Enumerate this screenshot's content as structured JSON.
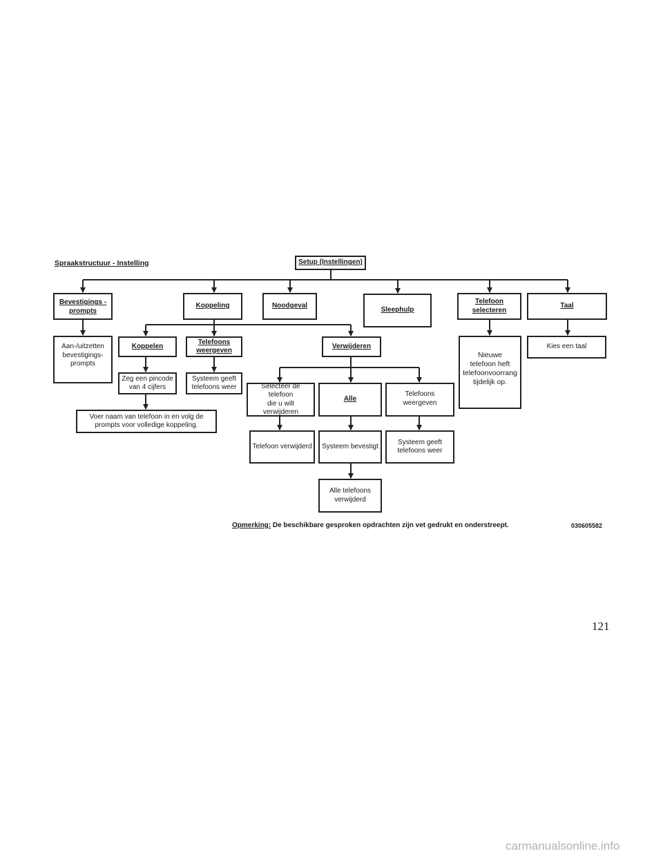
{
  "title": "Spraakstructuur - Instelling",
  "root": "Setup (Instellingen)",
  "level1": {
    "bevestigings": "Bevestigings -\nprompts",
    "koppeling": "Koppeling",
    "noodgeval": "Noodgeval",
    "sleephulp": "Sleephulp",
    "telefoon_selecteren": "Telefoon\nselecteren",
    "taal": "Taal"
  },
  "bevestigings_branch": {
    "aan_uit": "Aan-/uitzetten\nbevestigings-\nprompts"
  },
  "koppeling_branch": {
    "koppelen": "Koppelen",
    "telefoons_weergeven": "Telefoons\nweergeven",
    "verwijderen": "Verwijderen",
    "pincode": "Zeg een pincode\nvan 4 cijfers",
    "voer_naam": "Voer naam van telefoon in en volg de\nprompts voor volledige koppeling.",
    "systeem_geeft": "Systeem geeft\ntelefoons weer"
  },
  "verwijderen_branch": {
    "selecteer": "Selecteer de telefoon\ndie u wilt verwijderen",
    "alle": "Alle",
    "telefoons_weergeven": "Telefoons\nweergeven",
    "telefoon_verwijderd": "Telefoon verwijderd",
    "systeem_bevestigt": "Systeem bevestigt",
    "systeem_geeft": "Systeem geeft\ntelefoons weer",
    "alle_verwijderd": "Alle telefoons\nverwijderd"
  },
  "telefoon_selecteren_branch": {
    "nieuwe": "Nieuwe\ntelefoon heft\ntelefoonvoorrang\ntijdelijk op."
  },
  "taal_branch": {
    "kies": "Kies een taal"
  },
  "note": {
    "label": "Opmerking:",
    "text": " De beschikbare gesproken opdrachten zijn vet gedrukt en onderstreept."
  },
  "figure_code": "030605582",
  "page_number": "121",
  "watermark": "carmanualsonline.info"
}
